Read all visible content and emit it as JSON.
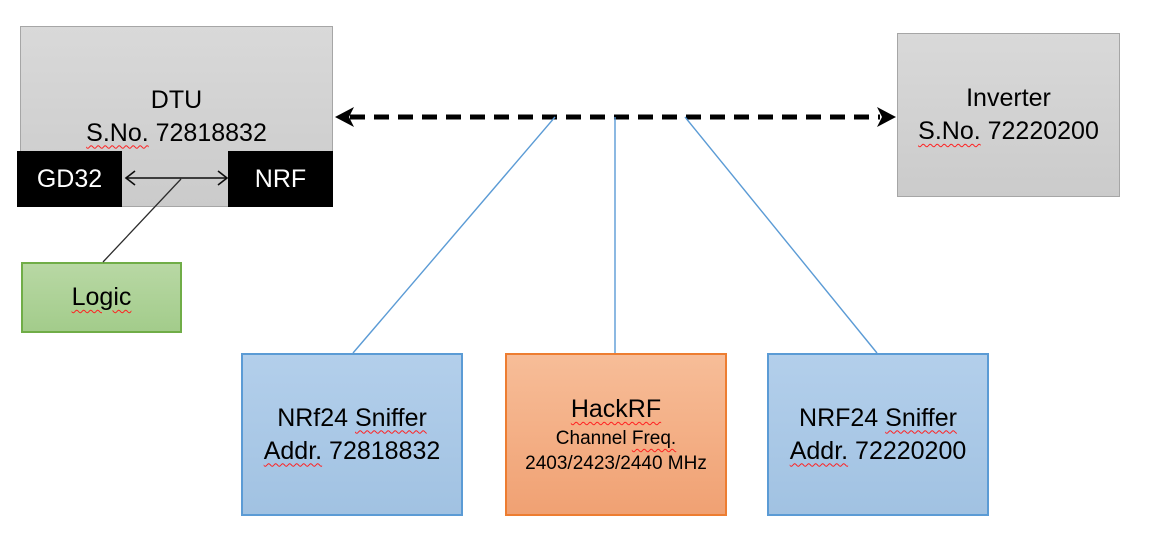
{
  "diagram": {
    "background": "#ffffff",
    "nodes": {
      "dtu": {
        "title": "DTU",
        "serial_word": "S.No.",
        "serial_rest": " 72818832"
      },
      "gd32": {
        "label": "GD32"
      },
      "nrf": {
        "label": "NRF"
      },
      "logic": {
        "label": "Logic"
      },
      "inverter": {
        "title": "Inverter",
        "serial_word": "S.No.",
        "serial_rest": " 72220200"
      },
      "sniffer_left": {
        "name_pre": "NRf24 ",
        "name_word": "Sniffer",
        "addr_word": "Addr.",
        "addr_rest": " 72818832"
      },
      "hackrf": {
        "title": "HackRF",
        "line2_pre": "Channel ",
        "line2_word": "Freq.",
        "line3": "2403/2423/2440 MHz"
      },
      "sniffer_right": {
        "name_pre": "NRF24 ",
        "name_word": "Sniffer",
        "addr_word": "Addr.",
        "addr_rest": " 72220200"
      }
    },
    "colors": {
      "gray_fill": "#d4d4d4",
      "gray_border": "#a6a6a6",
      "black_fill": "#000000",
      "green_fill": "#aed196",
      "green_border": "#70ad47",
      "blue_fill": "#aac8e8",
      "blue_border": "#5b9bd5",
      "orange_fill": "#f4ab81",
      "orange_border": "#ed7d31",
      "connector_blue": "#5b9bd5",
      "arrow_black": "#000000",
      "squiggle_red": "#ff1f1f"
    }
  }
}
